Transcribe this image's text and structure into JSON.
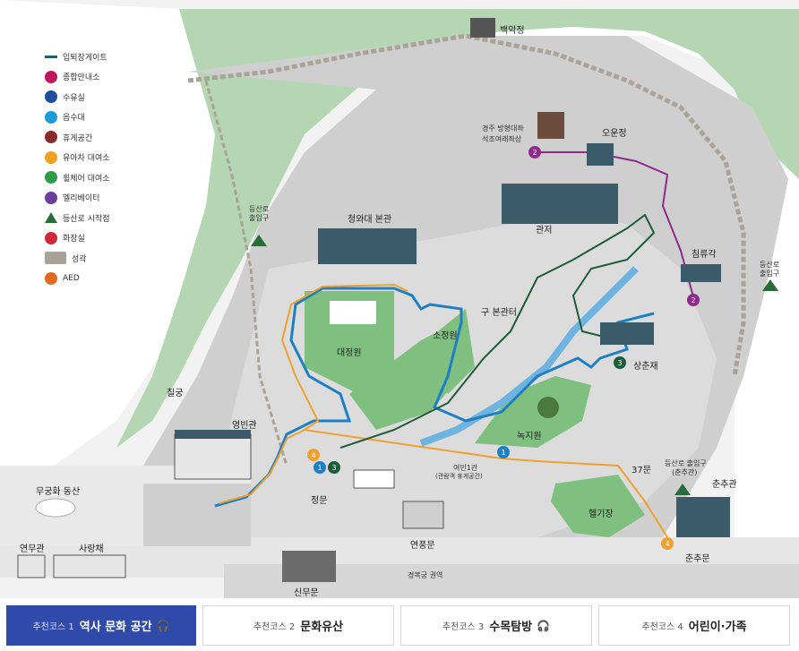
{
  "legend": [
    {
      "icon": "gate-line-icon",
      "label": "입퇴장게이트",
      "color": "#1f5f70"
    },
    {
      "icon": "info-icon",
      "label": "종합안내소",
      "color": "#c2185b"
    },
    {
      "icon": "water-fountain-icon",
      "label": "수유실",
      "color": "#1e4f9c"
    },
    {
      "icon": "drinking-water-icon",
      "label": "음수대",
      "color": "#1b9bd7"
    },
    {
      "icon": "rest-area-icon",
      "label": "휴게공간",
      "color": "#8b2a2a"
    },
    {
      "icon": "stroller-icon",
      "label": "유아차 대여소",
      "color": "#f0a020"
    },
    {
      "icon": "wheelchair-icon",
      "label": "휠체어 대여소",
      "color": "#2e9c4a"
    },
    {
      "icon": "elevator-icon",
      "label": "엘리베이터",
      "color": "#6a3fa0"
    },
    {
      "icon": "trailhead-icon",
      "label": "등산로 시작점",
      "color": "#2a6b3a"
    },
    {
      "icon": "restroom-icon",
      "label": "화장실",
      "color": "#d0283a"
    },
    {
      "icon": "fortress-wall-icon",
      "label": "성곽",
      "color": "#a8a29a"
    },
    {
      "icon": "aed-icon",
      "label": "AED",
      "color": "#e06a1f"
    }
  ],
  "places": {
    "baegakjeong": "백악정",
    "gyeongju_statue_1": "경주 방형대좌",
    "gyeongju_statue_2": "석조여래좌상",
    "ounjeong": "오운정",
    "gwanjeo": "관저",
    "chimnyugak": "침류각",
    "hiking_entrance_left_1": "등산로",
    "hiking_entrance_left_2": "출입구",
    "hiking_entrance_right_1": "등산로",
    "hiking_entrance_right_2": "출입구",
    "main_building": "청와대 본관",
    "old_building_site": "구 본관터",
    "sojeongwon": "소정원",
    "daejeongwon": "대정원",
    "sangchunjae": "상춘재",
    "nokjiwon": "녹지원",
    "chilgung": "칠궁",
    "yeongbingwan": "영빈관",
    "yeonchungwan_1": "여민1관",
    "yeonchungwan_2": "(관람객 휴게공간)",
    "gate_37": "37문",
    "hiking_entrance_chunchu_1": "등산로 출입구",
    "hiking_entrance_chunchu_2": "(춘추관)",
    "chunchugwan": "춘추관",
    "heligipad": "헬기장",
    "jeongmun": "정문",
    "mugunghwa": "무궁화 동산",
    "yeonpungmun": "연풍문",
    "chunchumun": "춘추문",
    "yeonmugwan": "연무관",
    "sarangchae": "사랑채",
    "sinmumun": "신무문",
    "gyeongbokgung": "경복궁 권역"
  },
  "course_markers": [
    "1",
    "2",
    "3",
    "4"
  ],
  "tabs": [
    {
      "sub": "추천코스 1",
      "title": "역사 문화 공간",
      "audio": "🎧",
      "active": true
    },
    {
      "sub": "추천코스 2",
      "title": "문화유산",
      "audio": "",
      "active": false
    },
    {
      "sub": "추천코스 3",
      "title": "수목탐방",
      "audio": "🎧",
      "active": false
    },
    {
      "sub": "추천코스 4",
      "title": "어린이·가족",
      "audio": "",
      "active": false
    }
  ],
  "colors": {
    "course1": "#1d7fc4",
    "course2": "#8e2a8a",
    "course3": "#1e5b3a",
    "course4": "#f0a030",
    "green": "#9ec79c",
    "gray": "#d9d9d9",
    "accent": "#2f4aa8"
  }
}
